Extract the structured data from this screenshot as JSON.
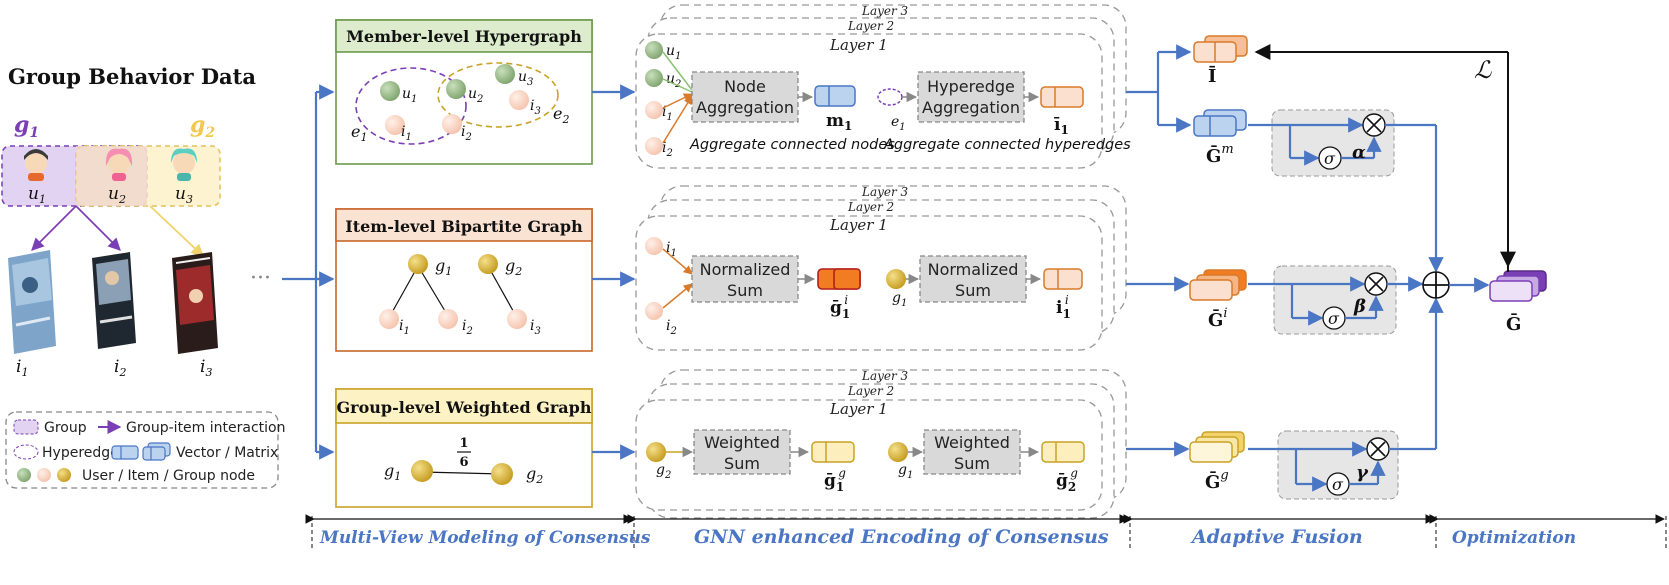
{
  "left_panel": {
    "title": "Group Behavior  Data",
    "group1": "g1",
    "group2": "g2",
    "users": [
      "u1",
      "u2",
      "u3"
    ],
    "items": [
      "i1",
      "i2",
      "i3"
    ],
    "ellipsis": "···"
  },
  "legend": {
    "group": "Group",
    "interaction": "Group-item interaction",
    "hyperedge": "Hyperedge",
    "vector": "Vector / Matrix",
    "nodes": "User / Item / Group node"
  },
  "views": {
    "member": "Member-level Hypergraph",
    "item": "Item-level  Bipartite Graph",
    "group": "Group-level Weighted Graph",
    "member_nodes": [
      "u1",
      "u2",
      "u3",
      "i1",
      "i2",
      "i3",
      "e1",
      "e2"
    ],
    "item_nodes": [
      "g1",
      "g2",
      "i1",
      "i2",
      "i3"
    ],
    "group_nodes": [
      "g1",
      "g2"
    ],
    "weight_num": "1",
    "weight_den": "6"
  },
  "encoding": {
    "layers": [
      "Layer 3",
      "Layer 2",
      "Layer 1"
    ],
    "node_agg": [
      "Node",
      "Aggregation"
    ],
    "hyperedge_agg": [
      "Hyperedge",
      "Aggregation"
    ],
    "caption_nodes": "Aggregate connected nodes",
    "caption_edges": "Aggregate connected hyperedges",
    "normalized_sum": [
      "Normalized",
      "Sum"
    ],
    "weighted_sum": [
      "Weighted",
      "Sum"
    ],
    "out_m1": "m1",
    "out_i1_bar": "ī1",
    "out_g1_i": "ḡ1 i",
    "out_i1_i": "i1 i",
    "out_g1_g": "ḡ1 g",
    "out_g2_g": "ḡ2 g"
  },
  "fusion": {
    "I_bar": "Ī",
    "G_m": "Ḡm",
    "G_i": "Ḡi",
    "G_g": "Ḡg",
    "G_out": "Ḡ",
    "alpha": "α",
    "beta": "β",
    "gamma": "γ",
    "sigma": "σ",
    "loss": "ℒ"
  },
  "phases": [
    "Multi-View Modeling of Consensus",
    "GNN enhanced Encoding of Consensus",
    "Adaptive Fusion",
    "Optimization"
  ],
  "colors": {
    "accent_blue": "#4a76c4",
    "member_green": "#dceccd",
    "item_orange": "#fbe3d3",
    "group_yellow": "#fdf2c4",
    "purple": "#7b3fb5"
  }
}
